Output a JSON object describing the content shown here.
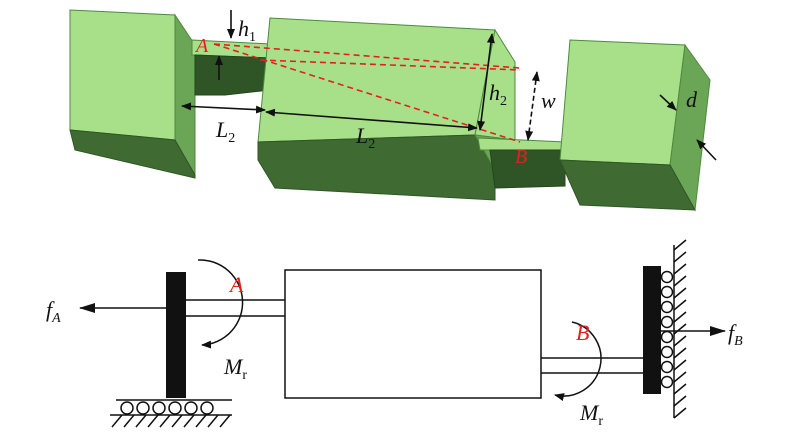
{
  "top": {
    "labels": {
      "h": "h",
      "h_sub1": "1",
      "h2": "h",
      "h_sub2": "2",
      "L": "L",
      "L_sub": "2",
      "L_b": "L",
      "L_b_sub": "2",
      "w": "w",
      "d": "d",
      "A": "A",
      "B": "B"
    }
  },
  "bottom": {
    "labels": {
      "f": "f",
      "fA_sub": "A",
      "fB": "f",
      "fB_sub": "B",
      "A": "A",
      "B": "B",
      "M": "M",
      "M_sub": "r",
      "M2": "M",
      "M2_sub": "r"
    }
  },
  "colors": {
    "green_light": "#a8e08a",
    "green_mid": "#6aa655",
    "green_dark": "#3f6b33",
    "green_darkest": "#2f5526",
    "red": "#e32020",
    "black": "#111111"
  }
}
